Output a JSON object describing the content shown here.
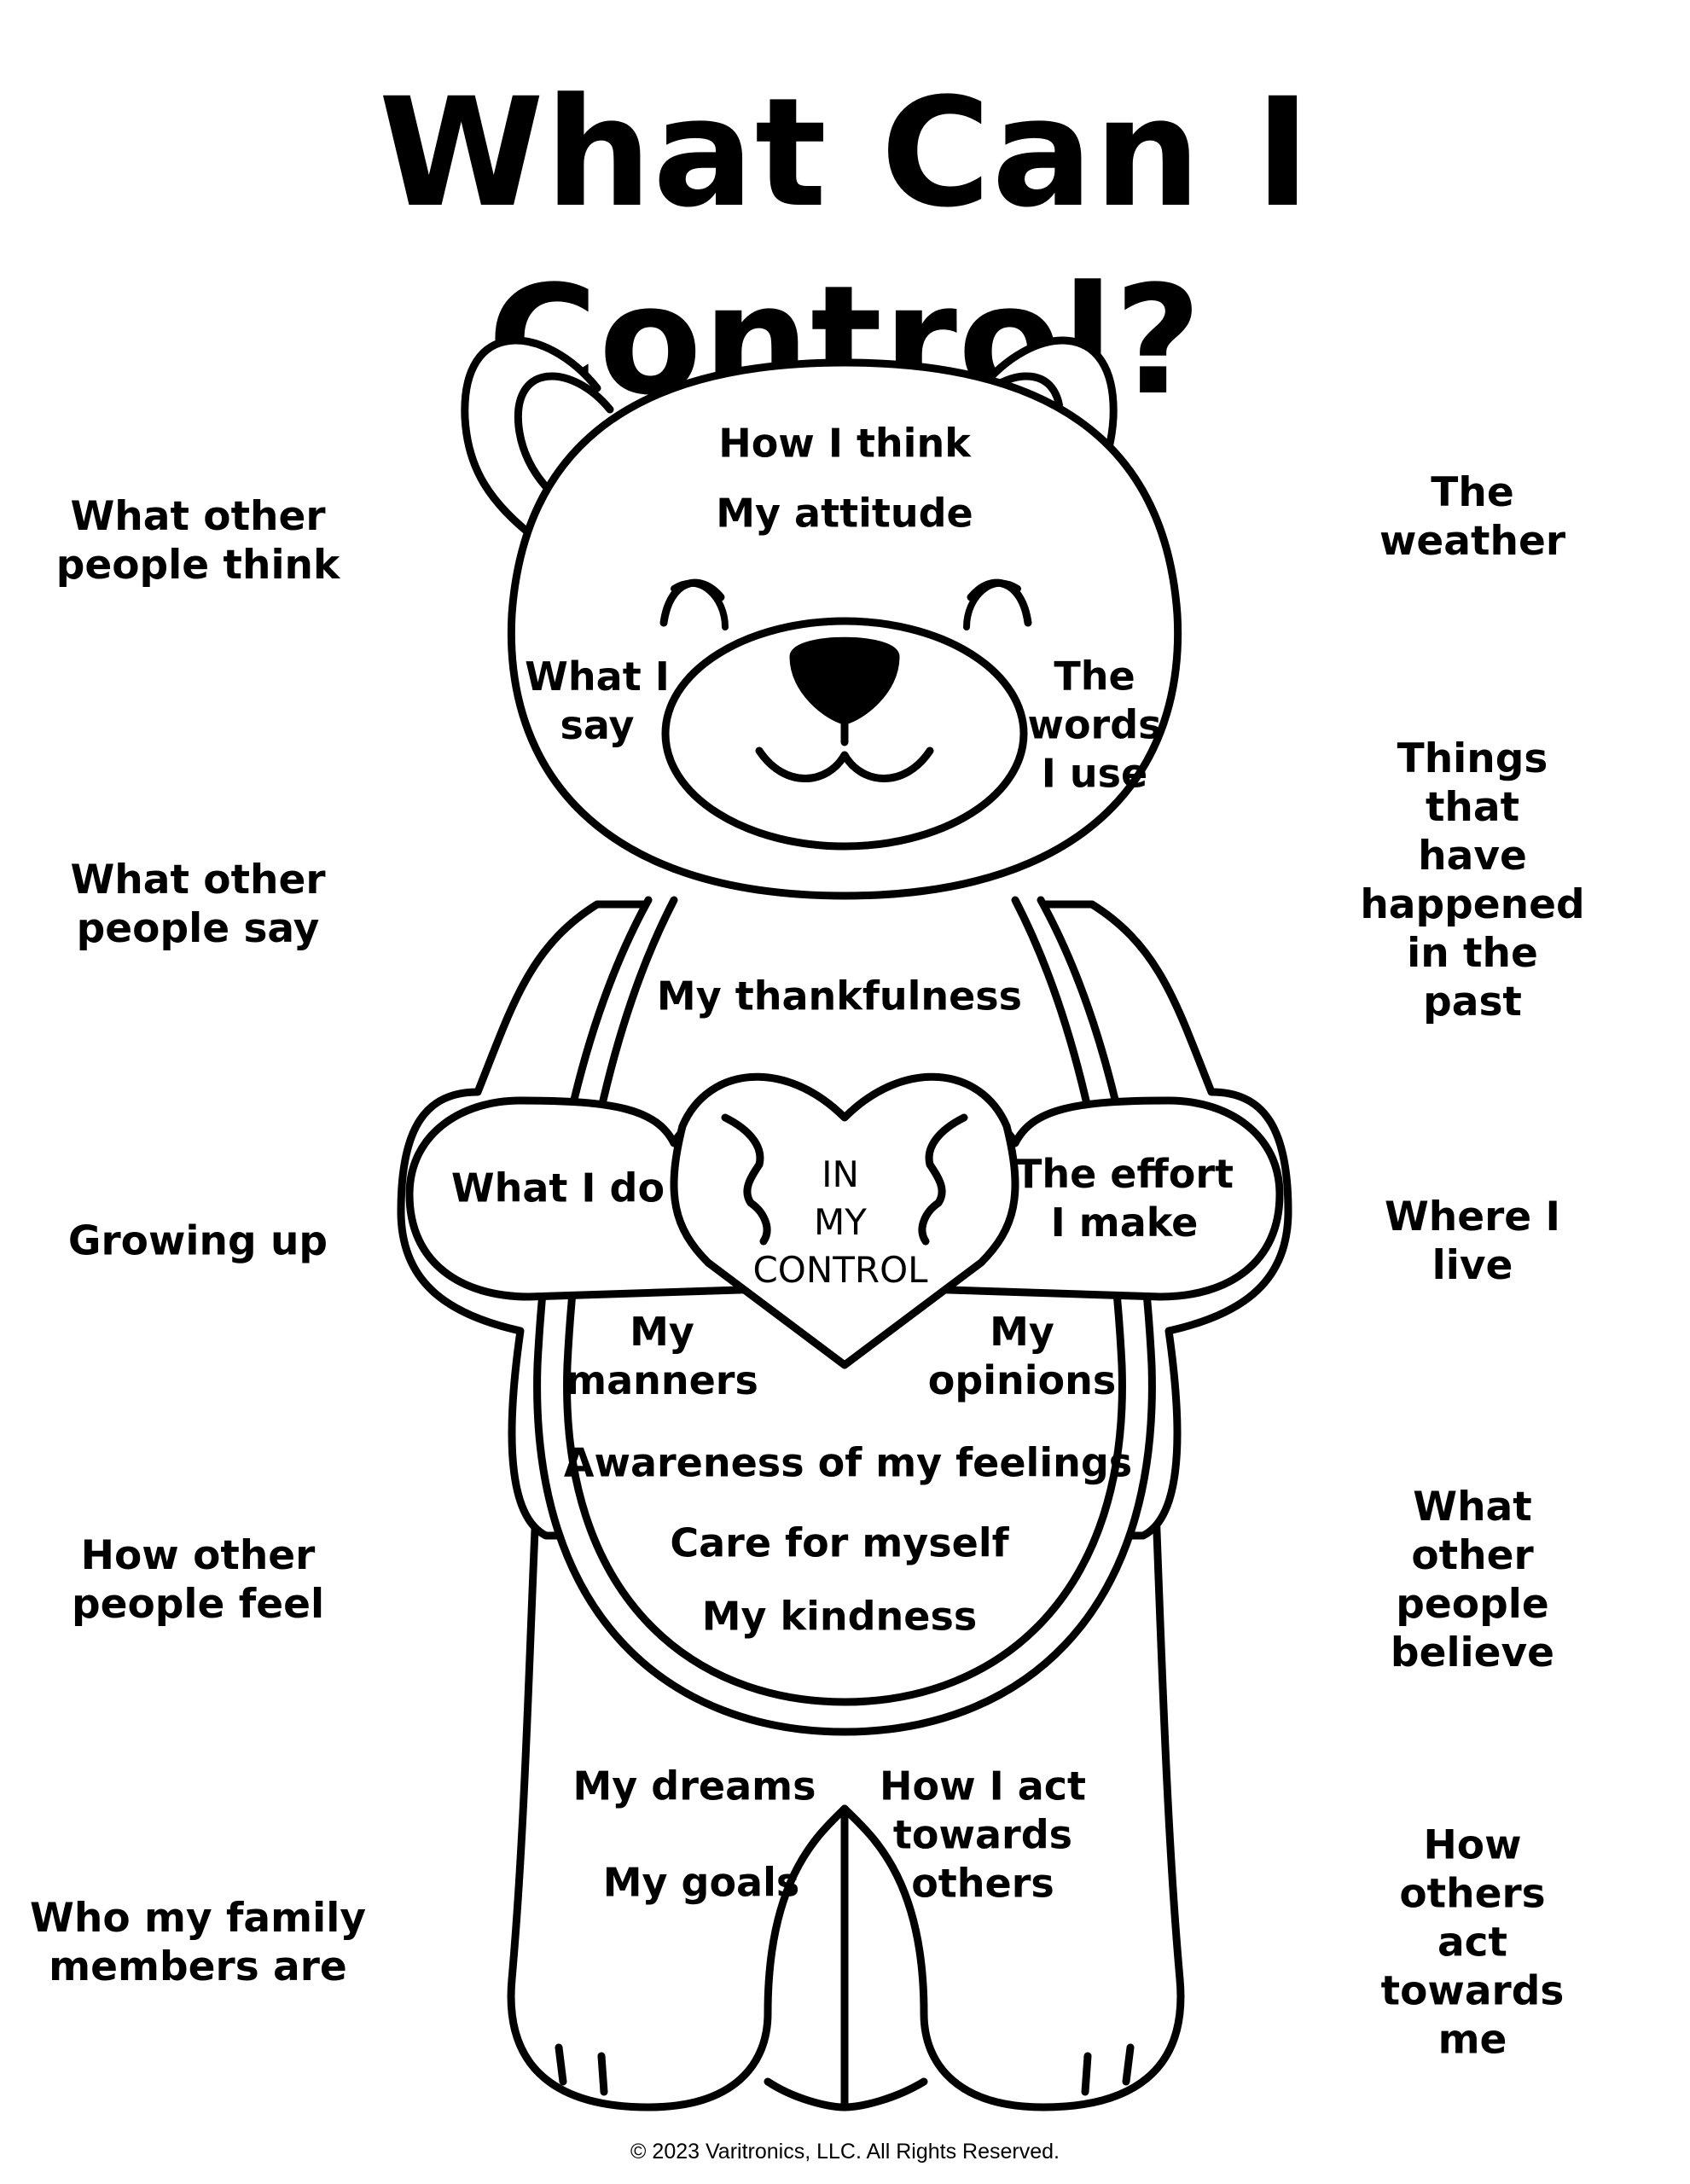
{
  "title": "What Can I Control?",
  "inside": {
    "how_i_think": "How I think",
    "my_attitude": "My attitude",
    "what_i_say": "What I\nsay",
    "words_i_use": "The\nwords\nI use",
    "thankfulness": "My thankfulness",
    "what_i_do": "What I do",
    "effort": "The effort\nI make",
    "heart": "IN\nMY\nCONTROL",
    "manners": "My\nmanners",
    "opinions": "My\nopinions",
    "awareness": "Awareness of my feelings",
    "care": "Care for myself",
    "kindness": "My kindness",
    "dreams": "My dreams",
    "goals": "My goals",
    "act_towards": "How I act\ntowards\nothers"
  },
  "outside_left": [
    "What other\npeople think",
    "What other\npeople say",
    "Growing up",
    "How other\npeople feel",
    "Who my family\nmembers are"
  ],
  "outside_right": [
    "The weather",
    "Things that\nhave  happened\nin the past",
    "Where I live",
    "What other\npeople believe",
    "How others act\ntowards me"
  ],
  "footer": "© 2023 Varitronics, LLC. All Rights Reserved."
}
